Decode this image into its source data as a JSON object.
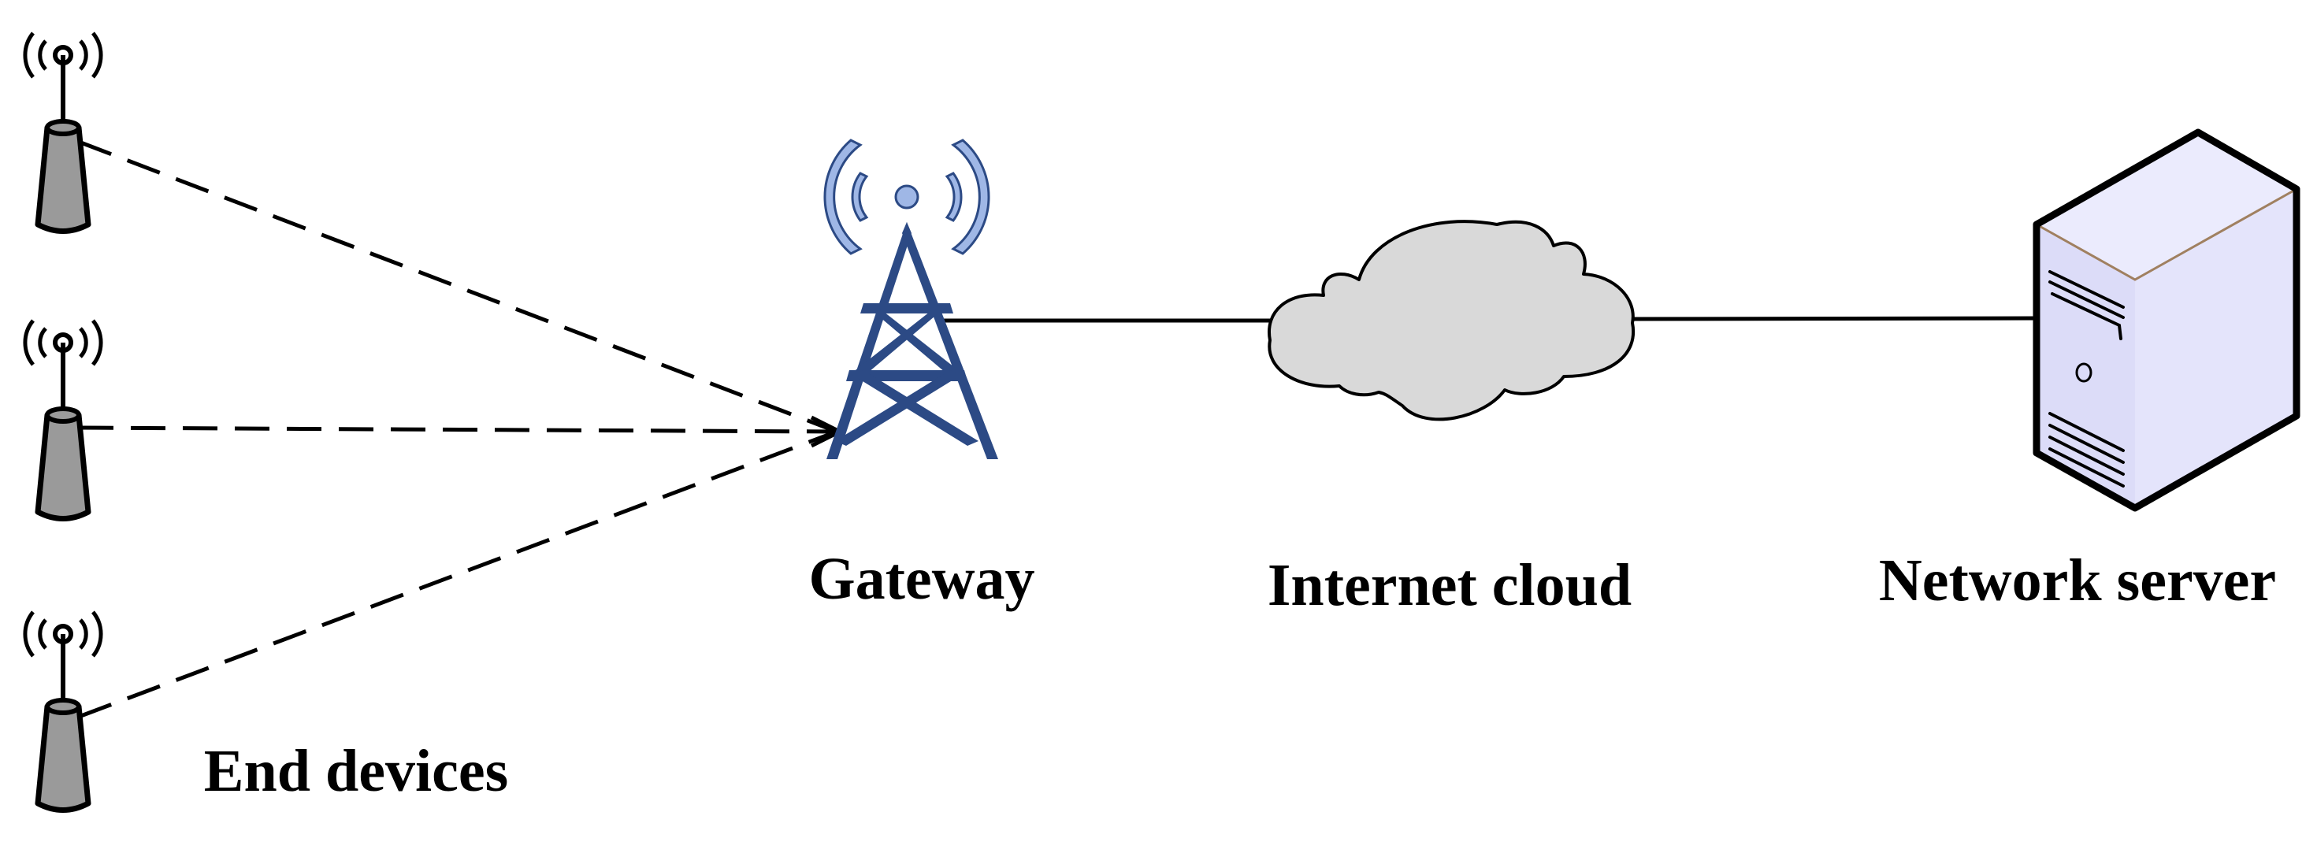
{
  "labels": {
    "gateway": "Gateway",
    "internet_cloud": "Internet cloud",
    "network_server": "Network server",
    "end_devices": "End devices"
  },
  "nodes": {
    "end_devices_count": 3,
    "end_device_icon": "antenna-device-icon",
    "gateway_icon": "radio-tower-icon",
    "cloud_icon": "cloud-icon",
    "server_icon": "server-tower-icon"
  },
  "links": [
    {
      "from": "end-device-1",
      "to": "gateway",
      "style": "dashed"
    },
    {
      "from": "end-device-2",
      "to": "gateway",
      "style": "dashed"
    },
    {
      "from": "end-device-3",
      "to": "gateway",
      "style": "dashed"
    },
    {
      "from": "gateway",
      "to": "internet-cloud",
      "style": "solid"
    },
    {
      "from": "internet-cloud",
      "to": "network-server",
      "style": "solid"
    }
  ],
  "colors": {
    "tower": "#2c4a85",
    "tower_waves": "#9fb7e6",
    "device_body": "#9a9a9a",
    "cloud_fill": "#d9d9d9",
    "server_front": "#dcdcf8",
    "server_side": "#ebebfd",
    "line": "#000000"
  }
}
